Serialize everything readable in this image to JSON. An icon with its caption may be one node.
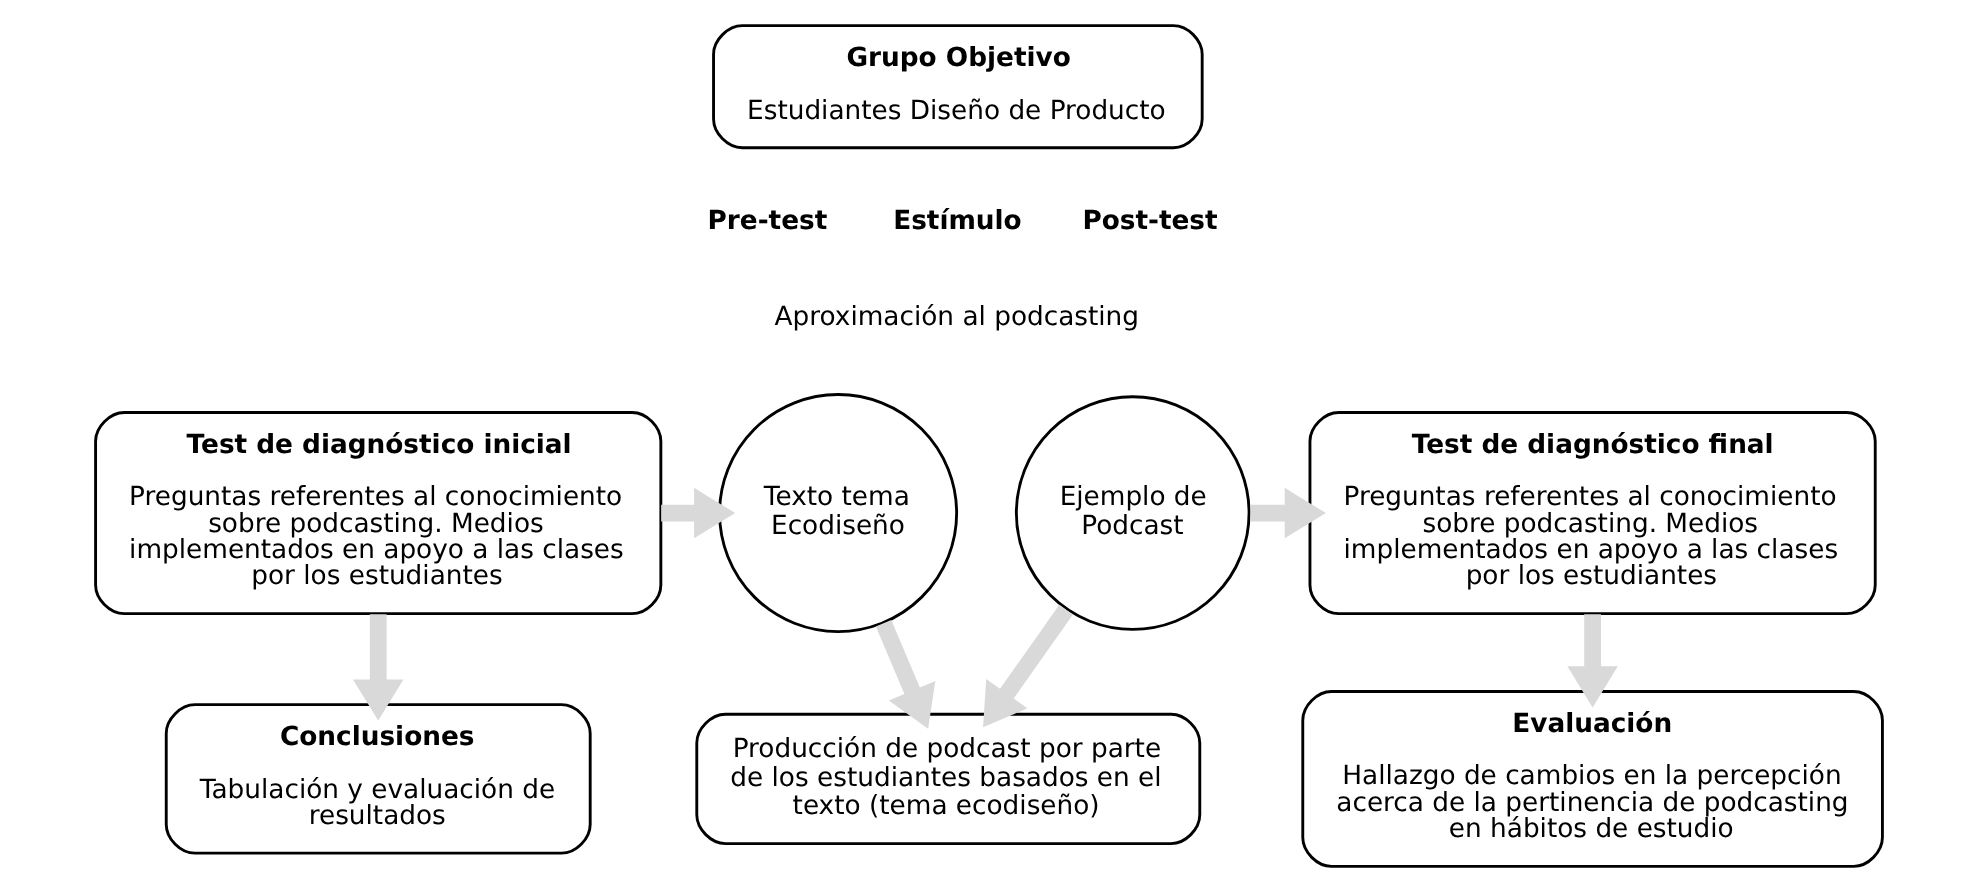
{
  "diagram": {
    "nodes": [
      {
        "text": [
          "Grupo Objetivo",
          "Estudiantes Diseño de Producto"
        ]
      },
      {
        "text": [
          "Test de diagnóstico inicial",
          "Preguntas referentes al conocimiento sobre podcasting. Medios implementados en apoyo a las clases por los estudiantes"
        ]
      },
      {
        "text": [
          "Texto tema Ecodiseño"
        ]
      },
      {
        "text": [
          "Ejemplo de Podcast"
        ]
      },
      {
        "text": [
          "Test de diagnóstico final",
          "Preguntas referentes al conocimiento sobre podcasting. Medios implementados en apoyo a las clases por los estudiantes"
        ]
      },
      {
        "text": [
          "Conclusiones",
          "Tabulación y evaluación de resultados"
        ]
      },
      {
        "text": [
          "Producción de podcast por parte de los estudiantes basados en el texto (tema ecodiseño)"
        ]
      },
      {
        "text": [
          "Evaluación",
          "Hallazgo de cambios en la percepción acerca de la pertinencia de podcasting en hábitos de estudio"
        ]
      }
    ],
    "edges": [
      {
        "from": 1,
        "to": 2,
        "arrow": "to"
      },
      {
        "from": 3,
        "to": 4,
        "arrow": "to"
      },
      {
        "from": 1,
        "to": 5,
        "arrow": "to"
      },
      {
        "from": 2,
        "to": 6,
        "arrow": "to"
      },
      {
        "from": 3,
        "to": 6,
        "arrow": "to"
      },
      {
        "from": 4,
        "to": 7,
        "arrow": "to"
      }
    ],
    "labels": [
      "Pre-test",
      "Estímulo",
      "Aproximación al podcasting",
      "Post-test"
    ]
  }
}
